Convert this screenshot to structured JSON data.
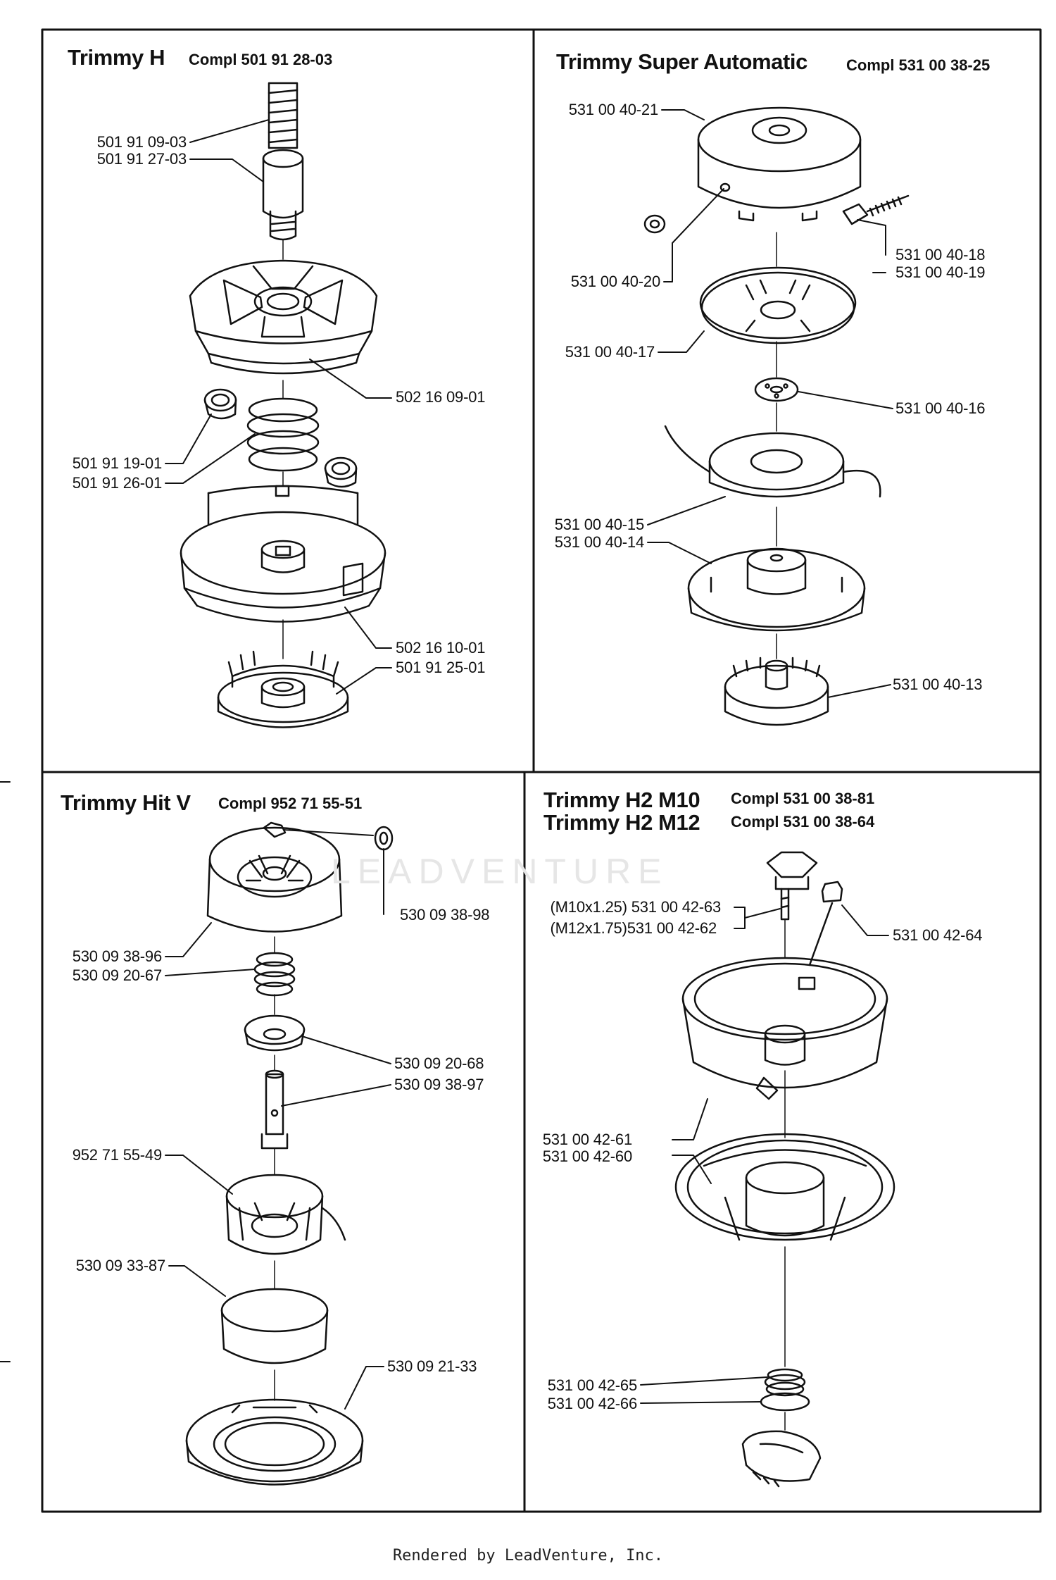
{
  "panels": [
    {
      "title": "Trimmy H",
      "compl": "Compl 501 91 28-03",
      "parts": [
        "501 91 09-03",
        "501 91 27-03",
        "502 16  09-01",
        "501 91 19-01",
        "501 91 26-01",
        "502 16 10-01",
        "501 91 25-01"
      ]
    },
    {
      "title": "Trimmy Super Automatic",
      "compl": "Compl 531 00 38-25",
      "parts": [
        "531 00 40-21",
        "531 00 40-20",
        "531 00 40-18",
        "531 00 40-19",
        "531 00 40-17",
        "531 00 40-16",
        "531 00 40-15",
        "531 00 40-14",
        "531 00 40-13"
      ]
    },
    {
      "title": "Trimmy Hit V",
      "compl": "Compl 952 71 55-51",
      "parts": [
        "530 09 38-98",
        "530 09 38-96",
        "530 09 20-67",
        "530 09 20-68",
        "530 09 38-97",
        "952 71 55-49",
        "530 09 33-87",
        "530 09 21-33"
      ]
    },
    {
      "title_line1": "Trimmy H2 M10",
      "title_line2": "Trimmy H2 M12",
      "compl_line1": "Compl 531 00 38-81",
      "compl_line2": "Compl 531 00 38-64",
      "parts": [
        "(M10x1.25) 531 00 42-63",
        "(M12x1.75)531 00 42-62",
        "531 00 42-64",
        "531 00 42-61",
        "531 00 42-60",
        "531 00 42-65",
        "531 00 42-66"
      ]
    }
  ],
  "watermark": "LEADVENTURE",
  "footer": "Rendered by LeadVenture, Inc."
}
